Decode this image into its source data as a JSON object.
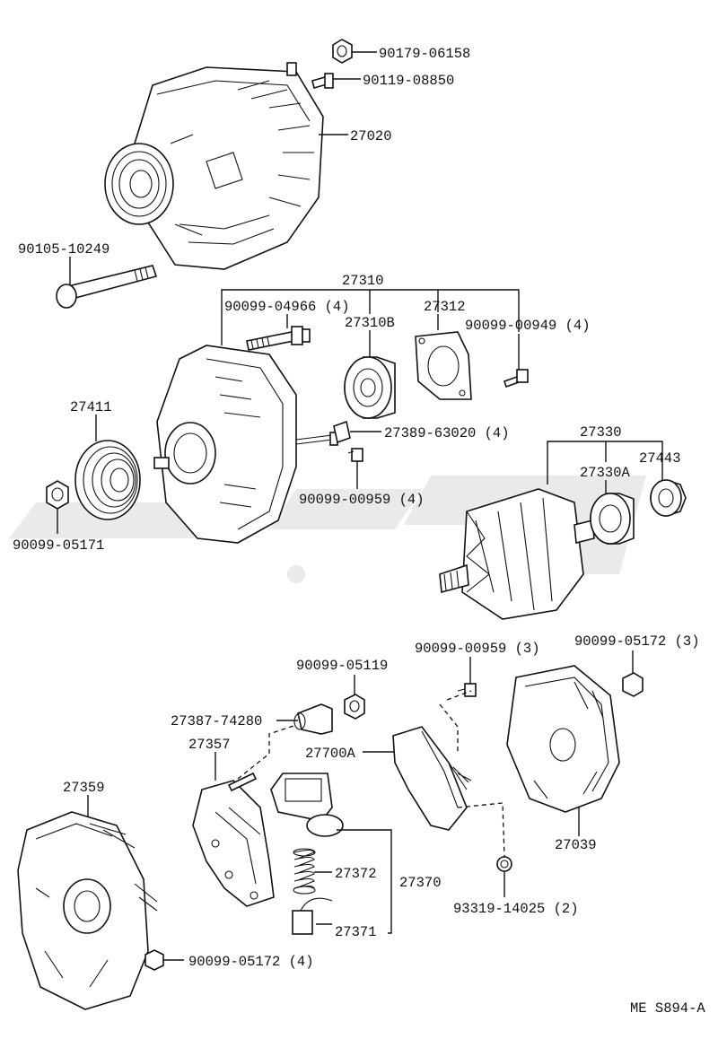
{
  "labels": {
    "p90179_06158": "90179-06158",
    "p90119_08850": "90119-08850",
    "p27020": "27020",
    "p90105_10249": "90105-10249",
    "p27310": "27310",
    "p90099_04966": "90099-04966 (4)",
    "p27310B": "27310B",
    "p27312": "27312",
    "p90099_00949": "90099-00949 (4)",
    "p27411": "27411",
    "p27389_63020": "27389-63020 (4)",
    "p27330": "27330",
    "p27443": "27443",
    "p27330A": "27330A",
    "p90099_00959_4": "90099-00959 (4)",
    "p90099_05171": "90099-05171",
    "p90099_05119": "90099-05119",
    "p90099_00959_3": "90099-00959 (3)",
    "p90099_05172_3": "90099-05172 (3)",
    "p27387_74280": "27387-74280",
    "p27357": "27357",
    "p27700A": "27700A",
    "p27359": "27359",
    "p27372": "27372",
    "p27370": "27370",
    "p27039": "27039",
    "p93319_14025": "93319-14025 (2)",
    "p27371": "27371",
    "p90099_05172_4": "90099-05172 (4)",
    "diagram_code": "ME S894-A"
  },
  "icons": {
    "watermark": "brand-watermark-shape"
  }
}
